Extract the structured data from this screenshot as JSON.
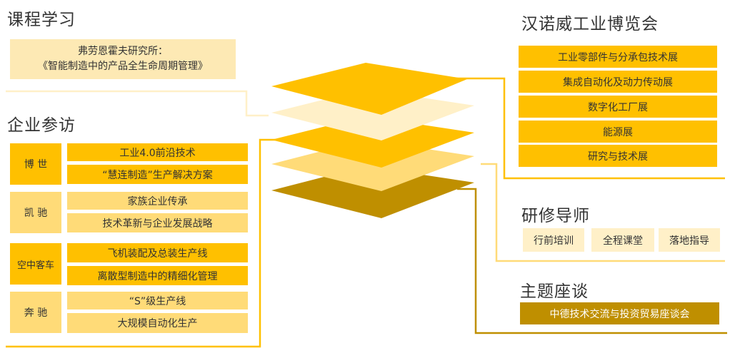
{
  "colors": {
    "gold": "#ffc000",
    "light": "#ffdb78",
    "pale": "#fff0c8",
    "dark": "#bf8f00"
  },
  "left": {
    "course": {
      "heading": "课程学习",
      "box_line1": "弗劳恩霍夫研究所：",
      "box_line2": "《智能制造中的产品全生命周期管理》"
    },
    "visits": {
      "heading": "企业参访",
      "companies": [
        {
          "name": "博 世",
          "items": [
            "工业4.0前沿技术",
            "“慧连制造”生产解决方案"
          ]
        },
        {
          "name": "凯 驰",
          "items": [
            "家族企业传承",
            "技术革新与企业发展战略"
          ]
        },
        {
          "name": "空中客车",
          "items": [
            "飞机装配及总装生产线",
            "离散型制造中的精细化管理"
          ]
        },
        {
          "name": "奔 驰",
          "items": [
            "“S”级生产线",
            "大规模自动化生产"
          ]
        }
      ]
    }
  },
  "right": {
    "fair": {
      "heading": "汉诺威工业博览会",
      "items": [
        "工业零部件与分承包技术展",
        "集成自动化及动力传动展",
        "数字化工厂展",
        "能源展",
        "研究与技术展"
      ]
    },
    "mentor": {
      "heading": "研修导师",
      "items": [
        "行前培训",
        "全程课堂",
        "落地指导"
      ]
    },
    "forum": {
      "heading": "主题座谈",
      "item": "中德技术交流与投资贸易座谈会"
    }
  }
}
